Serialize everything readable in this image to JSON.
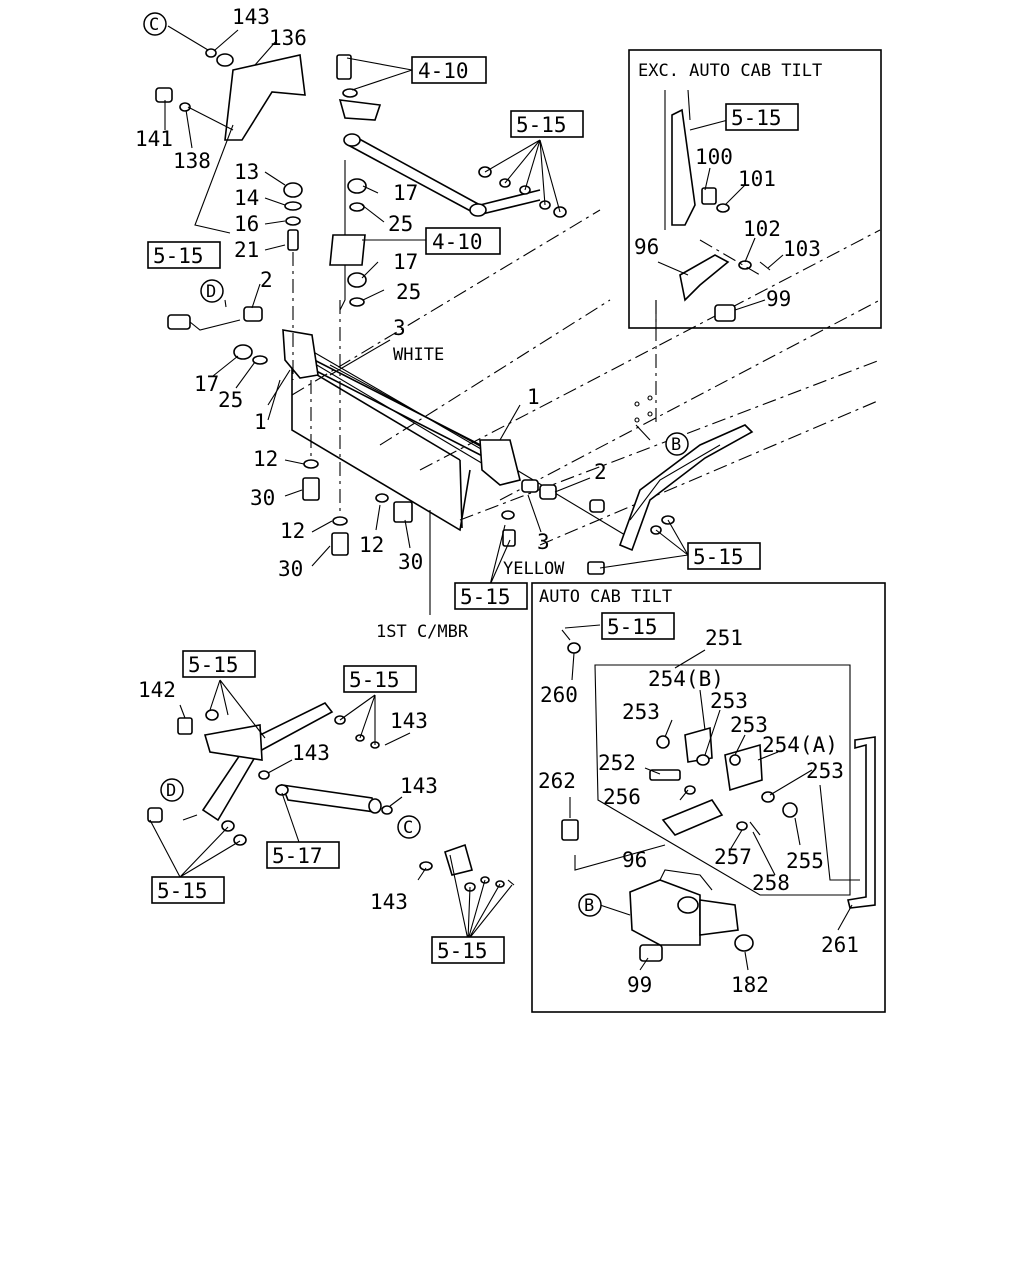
{
  "insets": {
    "exc_auto": {
      "title": "EXC. AUTO CAB TILT"
    },
    "auto": {
      "title": "AUTO CAB TILT"
    }
  },
  "notes": {
    "white": "WHITE",
    "yellow": "YELLOW",
    "member": "1ST C/MBR"
  },
  "markers": [
    {
      "id": "m1",
      "letter": "C"
    },
    {
      "id": "m2",
      "letter": "D"
    },
    {
      "id": "m3",
      "letter": "B"
    },
    {
      "id": "m4",
      "letter": "D"
    },
    {
      "id": "m5",
      "letter": "C"
    },
    {
      "id": "m6",
      "letter": "B"
    }
  ],
  "refs": [
    {
      "id": "r1",
      "text": "4-10"
    },
    {
      "id": "r2",
      "text": "5-15"
    },
    {
      "id": "r3",
      "text": "4-10"
    },
    {
      "id": "r4",
      "text": "5-15"
    },
    {
      "id": "r5",
      "text": "5-15"
    },
    {
      "id": "r6",
      "text": "5-15"
    },
    {
      "id": "r7",
      "text": "5-15"
    },
    {
      "id": "r8",
      "text": "5-15"
    },
    {
      "id": "r9",
      "text": "5-15"
    },
    {
      "id": "r10",
      "text": "5-15"
    },
    {
      "id": "r11",
      "text": "5-17"
    },
    {
      "id": "r12",
      "text": "5-15"
    },
    {
      "id": "r13",
      "text": "5-15"
    }
  ],
  "callouts": [
    {
      "id": "c1",
      "text": "143"
    },
    {
      "id": "c2",
      "text": "136"
    },
    {
      "id": "c3",
      "text": "141"
    },
    {
      "id": "c4",
      "text": "138"
    },
    {
      "id": "c5",
      "text": "13"
    },
    {
      "id": "c6",
      "text": "14"
    },
    {
      "id": "c7",
      "text": "16"
    },
    {
      "id": "c8",
      "text": "21"
    },
    {
      "id": "c9",
      "text": "17"
    },
    {
      "id": "c10",
      "text": "25"
    },
    {
      "id": "c11",
      "text": "17"
    },
    {
      "id": "c12",
      "text": "25"
    },
    {
      "id": "c13",
      "text": "2"
    },
    {
      "id": "c14",
      "text": "3"
    },
    {
      "id": "c15",
      "text": "17"
    },
    {
      "id": "c16",
      "text": "25"
    },
    {
      "id": "c17",
      "text": "1"
    },
    {
      "id": "c18",
      "text": "1"
    },
    {
      "id": "c19",
      "text": "12"
    },
    {
      "id": "c20",
      "text": "30"
    },
    {
      "id": "c21",
      "text": "12"
    },
    {
      "id": "c22",
      "text": "30"
    },
    {
      "id": "c23",
      "text": "12"
    },
    {
      "id": "c24",
      "text": "30"
    },
    {
      "id": "c25",
      "text": "2"
    },
    {
      "id": "c26",
      "text": "3"
    },
    {
      "id": "c27",
      "text": "100"
    },
    {
      "id": "c28",
      "text": "101"
    },
    {
      "id": "c29",
      "text": "102"
    },
    {
      "id": "c30",
      "text": "103"
    },
    {
      "id": "c31",
      "text": "96"
    },
    {
      "id": "c32",
      "text": "99"
    },
    {
      "id": "c33",
      "text": "142"
    },
    {
      "id": "c34",
      "text": "143"
    },
    {
      "id": "c35",
      "text": "143"
    },
    {
      "id": "c36",
      "text": "143"
    },
    {
      "id": "c37",
      "text": "143"
    },
    {
      "id": "c38",
      "text": "251"
    },
    {
      "id": "c39",
      "text": "260"
    },
    {
      "id": "c40",
      "text": "254(B)"
    },
    {
      "id": "c41",
      "text": "253"
    },
    {
      "id": "c42",
      "text": "253"
    },
    {
      "id": "c43",
      "text": "253"
    },
    {
      "id": "c44",
      "text": "254(A)"
    },
    {
      "id": "c45",
      "text": "252"
    },
    {
      "id": "c46",
      "text": "253"
    },
    {
      "id": "c47",
      "text": "262"
    },
    {
      "id": "c48",
      "text": "256"
    },
    {
      "id": "c49",
      "text": "257"
    },
    {
      "id": "c50",
      "text": "255"
    },
    {
      "id": "c51",
      "text": "258"
    },
    {
      "id": "c52",
      "text": "96"
    },
    {
      "id": "c53",
      "text": "261"
    },
    {
      "id": "c54",
      "text": "99"
    },
    {
      "id": "c55",
      "text": "182"
    }
  ]
}
